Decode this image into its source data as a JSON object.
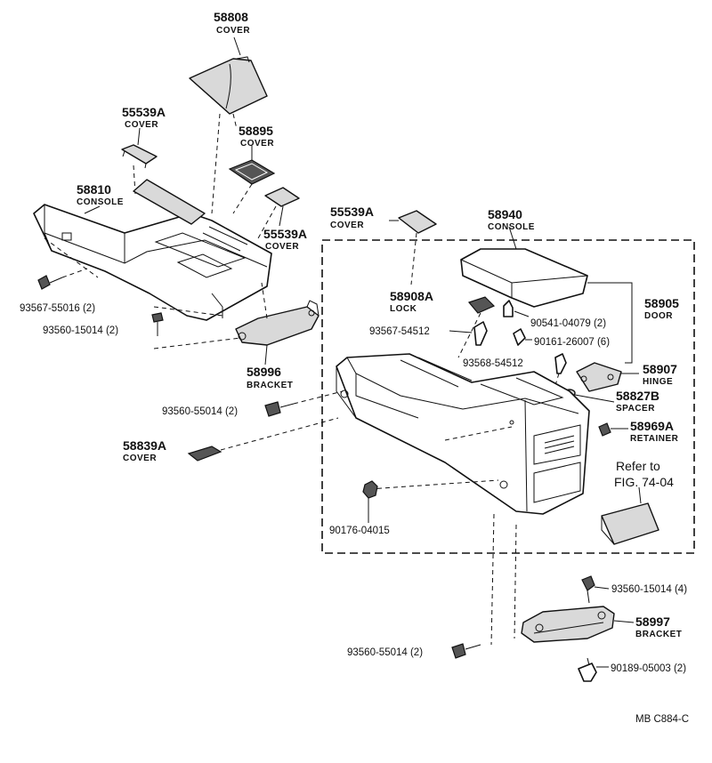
{
  "callouts": [
    {
      "id": "c58808",
      "number": "58808",
      "name": "COVER"
    },
    {
      "id": "c55539a_1",
      "number": "55539A",
      "name": "COVER"
    },
    {
      "id": "c58895",
      "number": "58895",
      "name": "COVER"
    },
    {
      "id": "c58810",
      "number": "58810",
      "name": "CONSOLE"
    },
    {
      "id": "c55539a_2",
      "number": "55539A",
      "name": "COVER"
    },
    {
      "id": "c55539a_3",
      "number": "55539A",
      "name": "COVER"
    },
    {
      "id": "c58940",
      "number": "58940",
      "name": "CONSOLE"
    },
    {
      "id": "c58905",
      "number": "58905",
      "name": "DOOR"
    },
    {
      "id": "c58908a",
      "number": "58908A",
      "name": "LOCK"
    },
    {
      "id": "c58907",
      "number": "58907",
      "name": "HINGE"
    },
    {
      "id": "c58827b",
      "number": "58827B",
      "name": "SPACER"
    },
    {
      "id": "c58969a",
      "number": "58969A",
      "name": "RETAINER"
    },
    {
      "id": "c58996",
      "number": "58996",
      "name": "BRACKET"
    },
    {
      "id": "c58839a",
      "number": "58839A",
      "name": "COVER"
    },
    {
      "id": "c58997",
      "number": "58997",
      "name": "BRACKET"
    }
  ],
  "fasteners": [
    {
      "id": "f1",
      "text": "93567-55016 (2)"
    },
    {
      "id": "f2",
      "text": "93560-15014 (2)"
    },
    {
      "id": "f3",
      "text": "90541-04079 (2)"
    },
    {
      "id": "f4",
      "text": "93567-54512"
    },
    {
      "id": "f5",
      "text": "90161-26007 (6)"
    },
    {
      "id": "f6",
      "text": "93568-54512"
    },
    {
      "id": "f7",
      "text": "93560-55014 (2)"
    },
    {
      "id": "f8",
      "text": "90176-04015"
    },
    {
      "id": "f9",
      "text": "93560-15014 (4)"
    },
    {
      "id": "f10",
      "text": "93560-55014 (2)"
    },
    {
      "id": "f11",
      "text": "90189-05003 (2)"
    }
  ],
  "reference": {
    "line1": "Refer to",
    "line2": "FIG. 74-04"
  },
  "figure_code": "MB  C884-C"
}
